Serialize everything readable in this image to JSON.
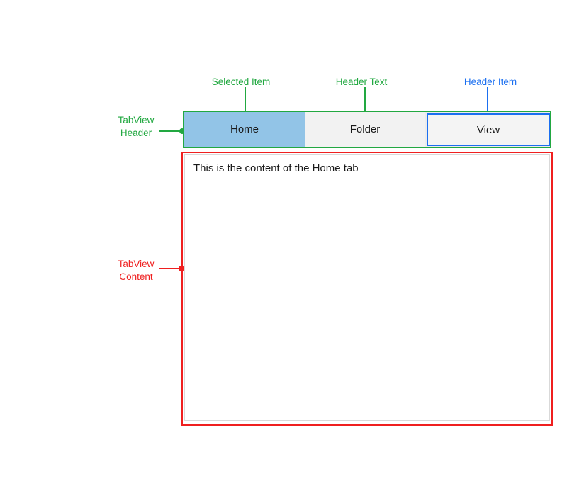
{
  "colors": {
    "annotation_green": "#22A841",
    "annotation_blue": "#1B6FF0",
    "annotation_red": "#EF1F1F",
    "selected_tab_fill": "#92C4E7",
    "tab_fill": "#F2F2F2",
    "highlight_border": "#1B6FF0",
    "content_border": "#D9D9D9",
    "text_color": "#1A1A1A"
  },
  "annotations": {
    "selected_item": {
      "label": "Selected Item"
    },
    "header_text": {
      "label": "Header Text"
    },
    "header_item": {
      "label": "Header Item"
    },
    "tabview_header": {
      "line1": "TabView",
      "line2": "Header"
    },
    "tabview_content": {
      "line1": "TabView",
      "line2": "Content"
    }
  },
  "tabview": {
    "tabs": [
      {
        "label": "Home",
        "state": "selected"
      },
      {
        "label": "Folder",
        "state": "normal"
      },
      {
        "label": "View",
        "state": "highlighted"
      }
    ],
    "content_text": "This is the content of the Home tab"
  }
}
